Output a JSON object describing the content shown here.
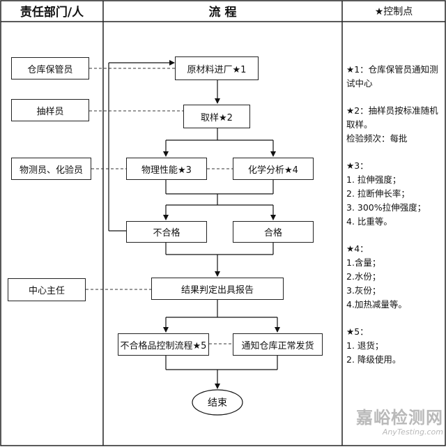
{
  "headers": {
    "responsibility": "责任部门/人",
    "process": "流  程",
    "control": "★控制点"
  },
  "roles": {
    "warehouse_keeper": "仓库保管员",
    "sampler": "抽样员",
    "materials_lab": "物测员、化验员",
    "center_director": "中心主任"
  },
  "steps": {
    "raw_material": "原材料进厂★1",
    "sampling": "取样★2",
    "physical": "物理性能★3",
    "chemical": "化学分析★4",
    "fail": "不合格",
    "pass": "合格",
    "report": "结果判定出具报告",
    "nonconforming": "不合格品控制流程★5",
    "notify": "通知仓库正常发货",
    "end": "结束"
  },
  "control_points": {
    "cp1": [
      "★1：仓库保管员通知测试中心"
    ],
    "cp2": [
      "★2：抽样员按标准随机取样。",
      "检验频次：每批"
    ],
    "cp3": [
      "★3：",
      "1.   拉伸强度；",
      "2.   拉断伸长率；",
      "3.   300%拉伸强度；",
      "4.   比重等。"
    ],
    "cp4": [
      "★4：",
      "1.含量；",
      "2.水份；",
      "3.灰份；",
      "4.加热减量等。"
    ],
    "cp5": [
      "★5：",
      "1.   退货；",
      "2.   降级使用。"
    ]
  },
  "watermark": {
    "cn": "嘉峪检测网",
    "en": "AnyTesting.com"
  }
}
